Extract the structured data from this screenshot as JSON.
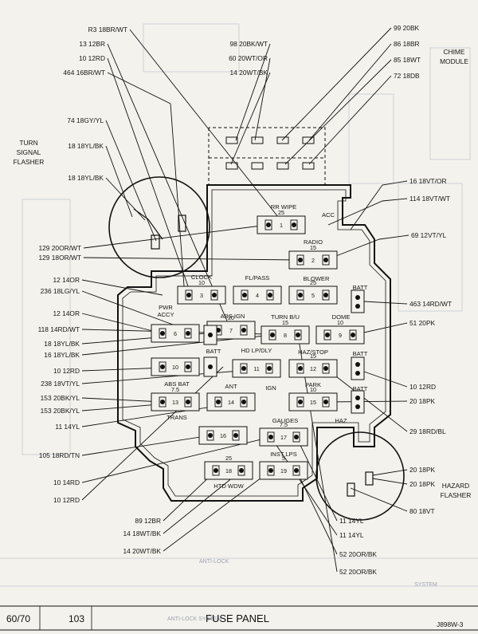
{
  "wire_labels": {
    "r3": "R3 18BR/WT",
    "w13": "13 12BR",
    "w10a": "10 12RD",
    "w464": "464 16BR/WT",
    "w74": "74 18GY/YL",
    "w18a": "18 18YL/BK",
    "w18b": "18 18YL/BK",
    "w98": "98 20BK/WT",
    "w60": "60 20WT/OR",
    "w14a": "14 20WT/BK",
    "w99": "99 20BK",
    "w86": "86 18BR",
    "w85": "85 18WT",
    "w72": "72 18DB",
    "w16a": "16 18VT/OR",
    "w114": "114 18VT/WT",
    "w69": "69 12VT/YL",
    "w129a": "129 20OR/WT",
    "w129b": "129 18OR/WT",
    "w12a": "12 14OR",
    "w236": "236 18LG/YL",
    "w12b": "12 14OR",
    "w118": "118 14RD/WT",
    "w18c": "18 18YL/BK",
    "w16b": "16 18YL/BK",
    "w10b": "10 12RD",
    "w238": "238 18VT/YL",
    "w153a": "153 20BK/YL",
    "w153b": "153 20BK/YL",
    "w11a": "11 14YL",
    "w105": "105 18RD/TN",
    "w10c": "10 14RD",
    "w10d": "10 12RD",
    "w89": "89 12BR",
    "w14b": "14 18WT/BK",
    "w14c": "14 20WT/BK",
    "w463": "463 14RD/WT",
    "w51": "51 20PK",
    "w10e": "10 12RD",
    "w20a": "20 18PK",
    "w29": "29 18RD/BL",
    "w20b": "20 18PK",
    "w20c": "20 18PK",
    "w80": "80 18VT",
    "w11b": "11 14YL",
    "w11c": "11 14YL",
    "w52a": "52 20OR/BK",
    "w52b": "52 20OR/BK"
  },
  "component_labels": {
    "turn_signal_flasher": [
      "TURN",
      "SIGNAL",
      "FLASHER"
    ],
    "chime_module": [
      "CHIME",
      "MODULE"
    ],
    "hazard_flasher": [
      "HAZARD",
      "FLASHER"
    ]
  },
  "fuse_labels": {
    "rr_wipe": "RR WIPE",
    "acc": "ACC",
    "radio": "RADIO",
    "clock": "CLOCK",
    "fl_pass": "FL/PASS",
    "blower": "BLOWER",
    "batt1": "BATT",
    "pwr_accy": [
      "PWR",
      "ACCY"
    ],
    "abs_ign": "ABS IGN",
    "turn_bu": "TURN B/U",
    "dome": "DOME",
    "batt2": "BATT",
    "hd_lp_dly": "HD LP/DLY",
    "haz_stop": "HAZ/STOP",
    "batt3": "BATT",
    "abs_bat": "ABS BAT",
    "ant": "ANT",
    "ign": "IGN",
    "park": "PARK",
    "batt4": "BATT",
    "trans": "TRANS",
    "haz": "HAZ",
    "gauges": "GAUGES",
    "inst_lps": "INST LPS",
    "htd_wdw": "HTD WDW"
  },
  "fuses": [
    {
      "n": "1",
      "amp": "25"
    },
    {
      "n": "2",
      "amp": "15"
    },
    {
      "n": "3",
      "amp": "10"
    },
    {
      "n": "4",
      "amp": ""
    },
    {
      "n": "5",
      "amp": "25"
    },
    {
      "n": "6",
      "amp": ""
    },
    {
      "n": "7",
      "amp": "20"
    },
    {
      "n": "8",
      "amp": "15"
    },
    {
      "n": "9",
      "amp": "10"
    },
    {
      "n": "10",
      "amp": ""
    },
    {
      "n": "11",
      "amp": ""
    },
    {
      "n": "12",
      "amp": "15"
    },
    {
      "n": "13",
      "amp": "7.5"
    },
    {
      "n": "14",
      "amp": ""
    },
    {
      "n": "15",
      "amp": "10"
    },
    {
      "n": "16",
      "amp": ""
    },
    {
      "n": "17",
      "amp": "7.5"
    },
    {
      "n": "18",
      "amp": "25"
    },
    {
      "n": "19",
      "amp": "5"
    }
  ],
  "footer": {
    "page_left": "60/70",
    "page_num": "103",
    "title": "FUSE PANEL",
    "code": "J898W-3"
  },
  "ghost_text": {
    "t1": "ANTI-LOCK",
    "t2": "SYSTEM",
    "t3": "ANTI-LOCK SYSTEM"
  }
}
